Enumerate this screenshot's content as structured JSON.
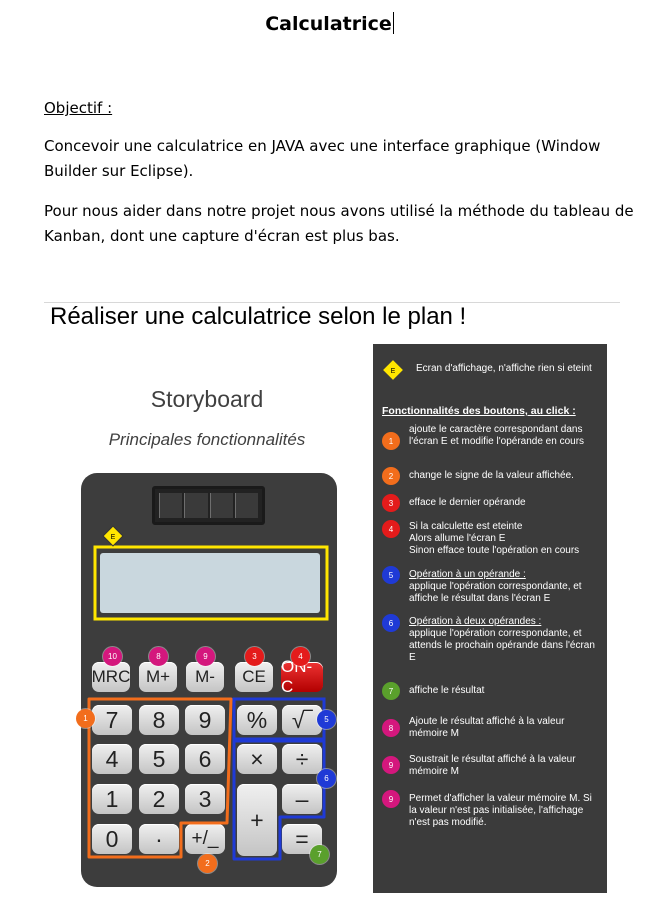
{
  "document": {
    "title": "Calculatrice",
    "objective_heading": "Objectif :",
    "paragraph_1": "Concevoir une calculatrice en JAVA avec une interface graphique (Window Builder sur Eclipse).",
    "paragraph_2": "Pour nous aider dans notre projet nous avons utilisé la méthode du tableau de Kanban, dont une capture d'écran est plus bas.",
    "plan_title": "Réaliser une calculatrice selon le plan !"
  },
  "storyboard": {
    "title": "Storyboard",
    "subtitle": "Principales fonctionnalités",
    "screen_marker": "E",
    "buttons": {
      "mrc": "MRC",
      "mplus": "M+",
      "mminus": "M-",
      "ce": "CE",
      "onc": "ON-C",
      "seven": "7",
      "eight": "8",
      "nine": "9",
      "percent": "%",
      "sqrt": "√‾",
      "four": "4",
      "five": "5",
      "six": "6",
      "times": "×",
      "divide": "÷",
      "one": "1",
      "two": "2",
      "three": "3",
      "minus": "–",
      "plus": "+",
      "zero": "0",
      "dot": "·",
      "plusminus": "+/_",
      "equals": "="
    },
    "badges": {
      "b10": "10",
      "b8": "8",
      "b9": "9",
      "b3": "3",
      "b4": "4",
      "b1": "1",
      "b5": "5",
      "b6": "6",
      "b2": "2",
      "b7": "7"
    }
  },
  "legend": {
    "screen_marker": "E",
    "screen_text": "Ecran d'affichage, n'affiche rien si eteint",
    "heading": "Fonctionnalités des boutons, au click :",
    "items": [
      {
        "num": "1",
        "text": "ajoute le caractère correspondant dans l'écran E et modifie l'opérande en cours"
      },
      {
        "num": "2",
        "text": "change le signe de la valeur affichée."
      },
      {
        "num": "3",
        "text": "efface le dernier opérande"
      },
      {
        "num": "4",
        "text": "Si la calculette est eteinte\nAlors allume l'écran E\nSinon efface toute l'opération en cours"
      },
      {
        "num": "5",
        "label": "Opération à un opérande :",
        "text": "applique l'opération correspondante, et affiche le résultat dans l'écran E"
      },
      {
        "num": "6",
        "label": "Opération à deux opérandes :",
        "text": "applique l'opération correspondante, et attends le prochain opérande dans l'écran E"
      },
      {
        "num": "7",
        "text": "affiche le résultat"
      },
      {
        "num": "8",
        "text": "Ajoute le résultat affiché à la valeur mémoire M"
      },
      {
        "num": "9",
        "text": "Soustrait le résultat affiché à la valeur mémoire M"
      },
      {
        "num": "9",
        "text": "Permet d'afficher la valeur mémoire M.  Si la valeur n'est pas initialisée, l'affichage n'est pas modifié."
      }
    ]
  },
  "colors": {
    "orange": "#f26d1c",
    "red": "#e41b1b",
    "blue": "#1f3ad6",
    "green": "#5aa02c",
    "magenta": "#d4177d",
    "yellow": "#ffe600",
    "panel": "#3b3b3b",
    "body": "#3d3d3d"
  }
}
